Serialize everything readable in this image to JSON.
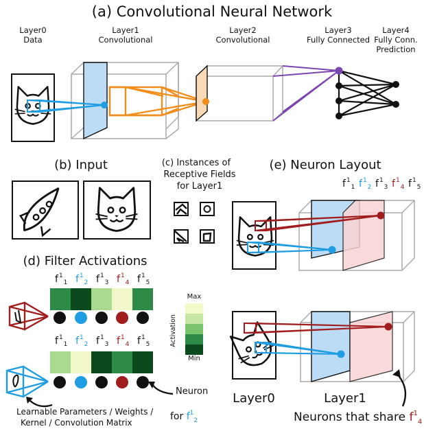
{
  "panel_a": {
    "title": "(a) Convolutional Neural Network",
    "layers": [
      {
        "name": "Layer0",
        "sub": "Data",
        "sub2": ""
      },
      {
        "name": "Layer1",
        "sub": "Convolutional",
        "sub2": ""
      },
      {
        "name": "Layer2",
        "sub": "Convolutional",
        "sub2": ""
      },
      {
        "name": "Layer3",
        "sub": "Fully Connected",
        "sub2": ""
      },
      {
        "name": "Layer4",
        "sub": "Fully Conn.",
        "sub2": "Prediction"
      }
    ]
  },
  "panel_b": {
    "title": "(b) Input"
  },
  "panel_c": {
    "line1": "(c) Instances of",
    "line2": "Receptive Fields",
    "line3": "for Layer1"
  },
  "panel_d": {
    "title": "(d) Filter Activations",
    "legend_max": "Max",
    "legend_min": "Min",
    "legend_axis": "Activation",
    "neuron_label": "Neuron",
    "weights_line1": "Learnable Parameters / Weights /",
    "weights_line2": "Kernel / Convolution Matrix",
    "for_text": "for",
    "row1_colors": [
      "#2e8b47",
      "#0b4a1c",
      "#a9da8f",
      "#f1f7c8",
      "#2e8b47"
    ],
    "row2_colors": [
      "#a9da8f",
      "#f1f7c8",
      "#0b4a1c",
      "#2e8b47",
      "#0b4a1c"
    ],
    "legend_colors": [
      "#f3f9c9",
      "#c6e7a4",
      "#7bc46d",
      "#2e8b47",
      "#0b4a1c"
    ]
  },
  "panel_e": {
    "title": "(e) Neuron Layout",
    "layer0": "Layer0",
    "layer1": "Layer1",
    "shared_text": "Neurons that share"
  },
  "filters": {
    "letter": "f",
    "sup": "1",
    "subs": [
      "1",
      "2",
      "3",
      "4",
      "5"
    ]
  },
  "colors": {
    "orange": "#f28c1a",
    "purple": "#7a45b0",
    "blue": "#1e9de2",
    "red": "#a11d1d",
    "light_blue_fill": "#bcdcf6",
    "light_red_fill": "#f9d3d3",
    "light_orange_fill": "#fad9b6"
  },
  "icons": [
    "cat-icon",
    "rocket-icon"
  ]
}
